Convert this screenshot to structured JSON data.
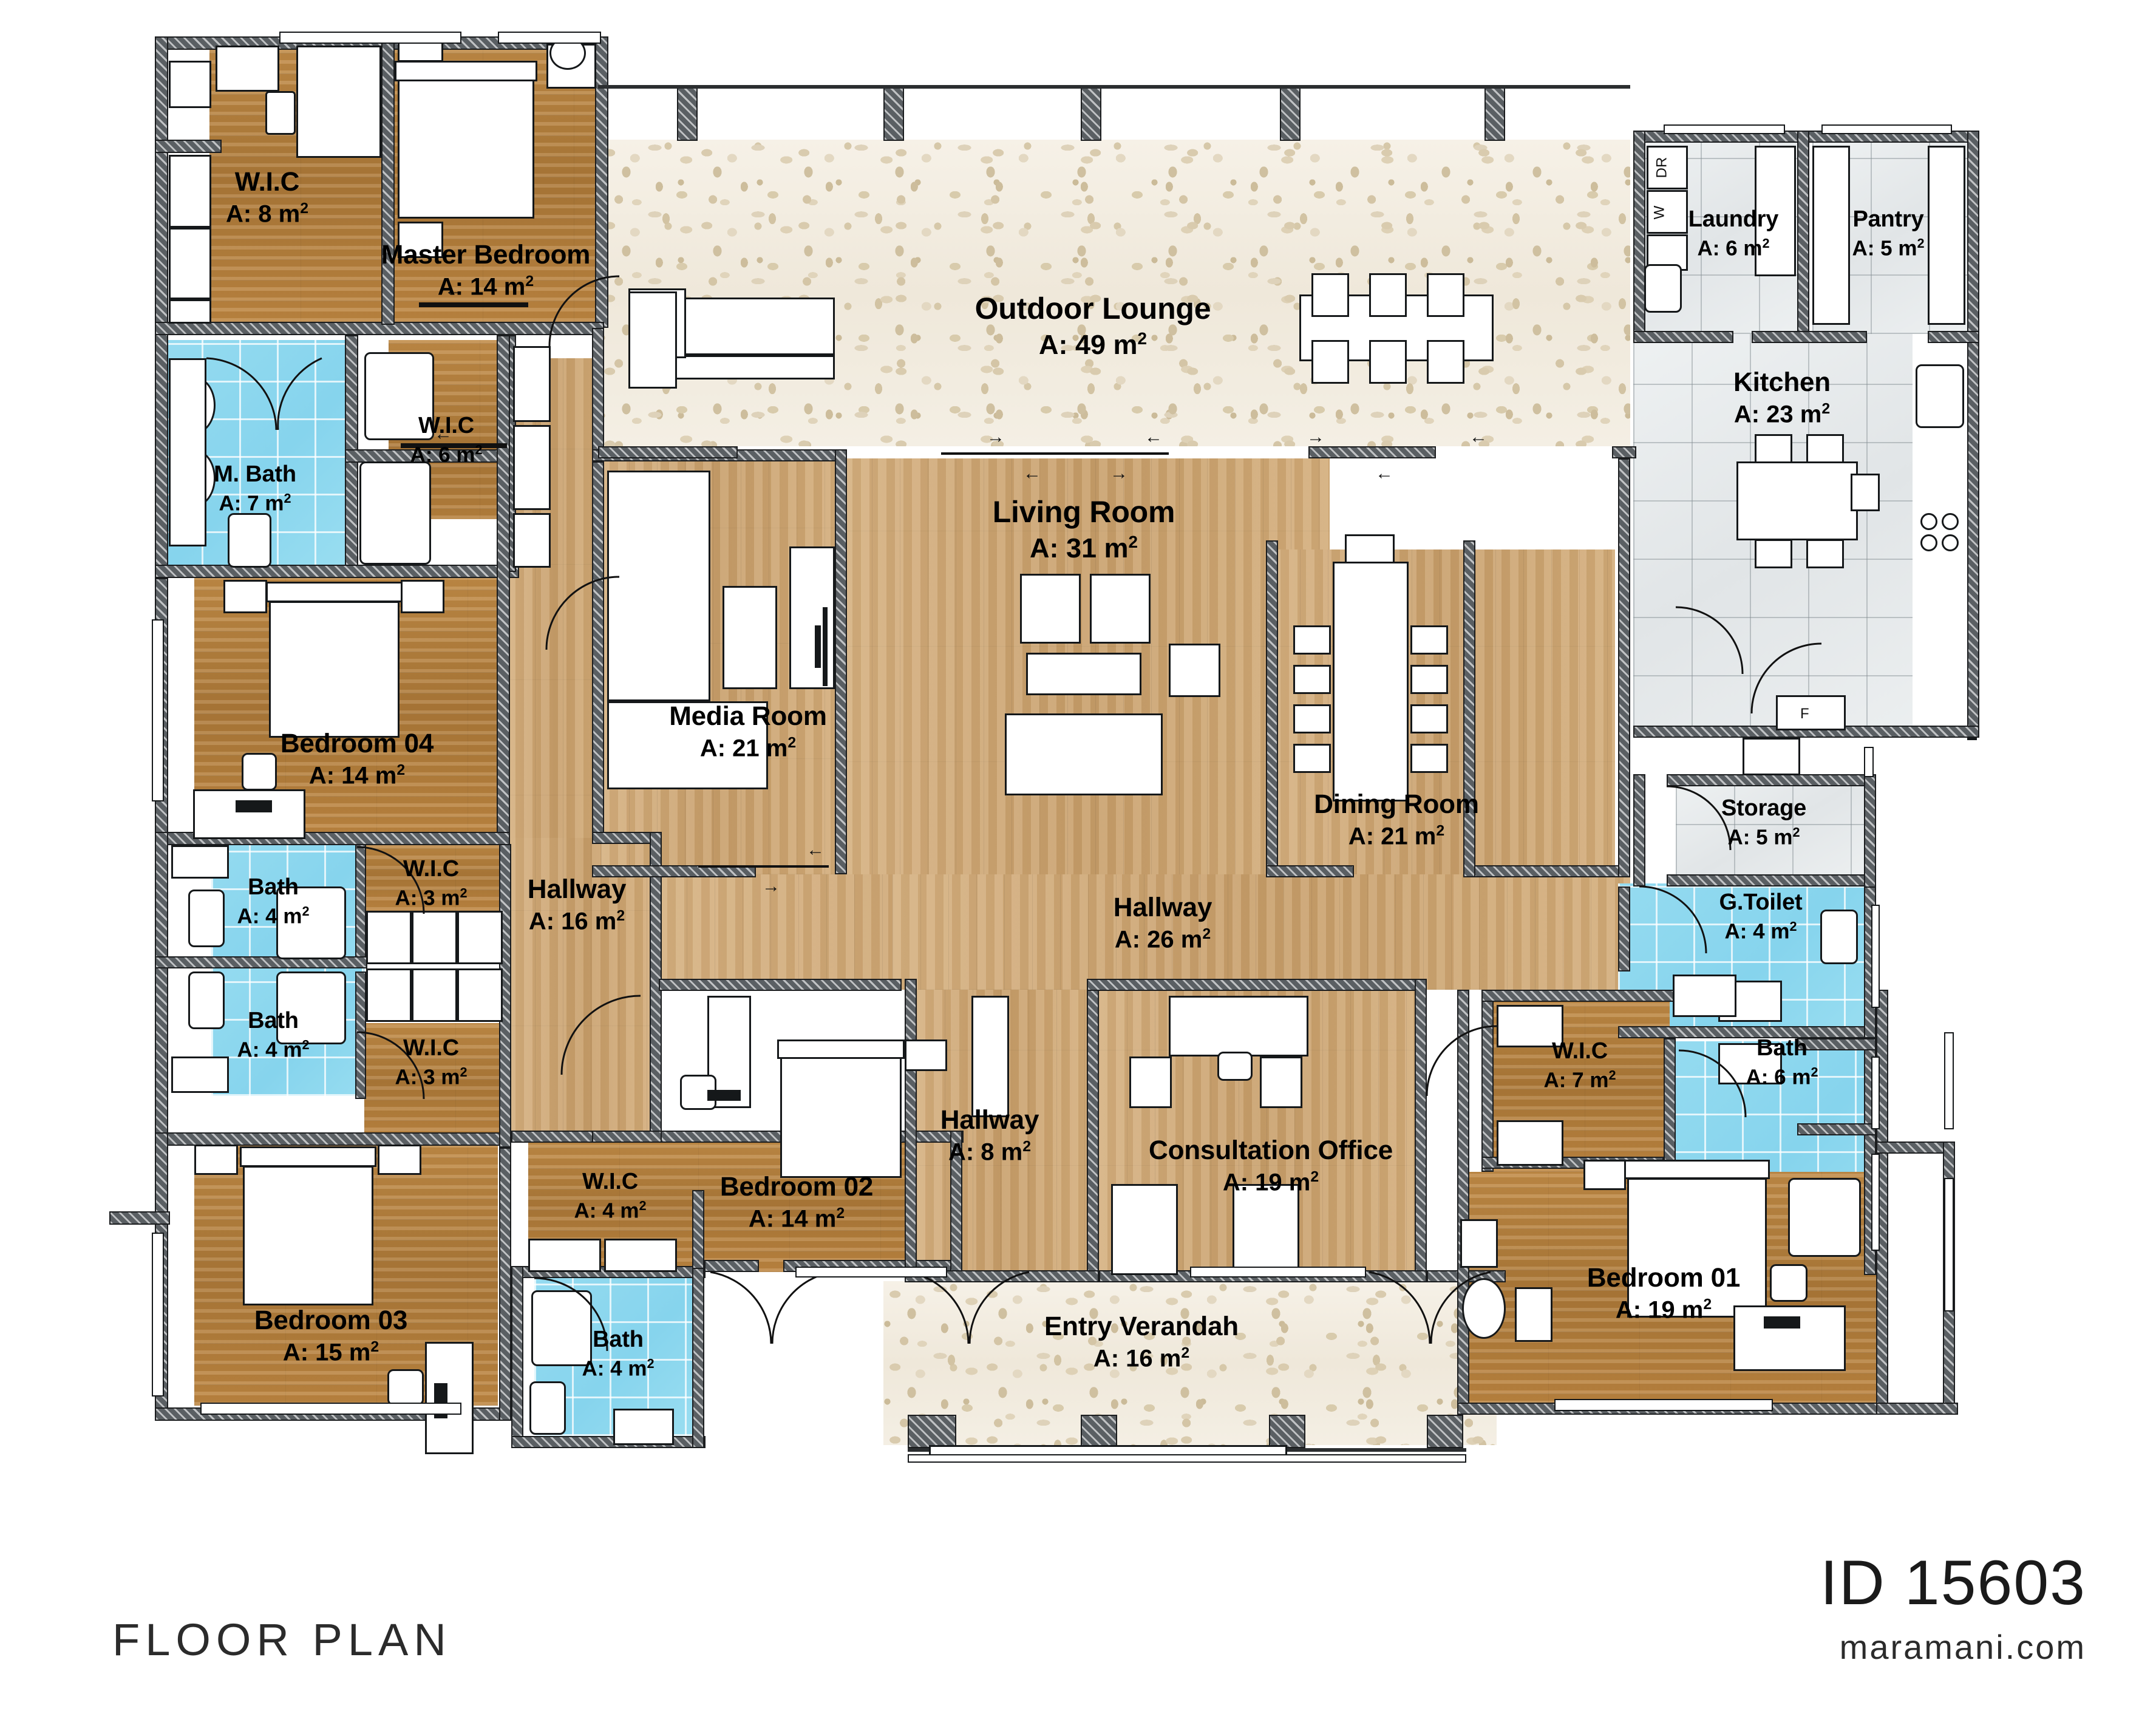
{
  "document": {
    "title": "FLOOR PLAN",
    "plan_id": "ID 15603",
    "website": "maramani.com",
    "area_unit": "m",
    "area_prefix": "A: "
  },
  "appliance_tags": [
    {
      "code": "DR",
      "name": "dryer"
    },
    {
      "code": "W",
      "name": "washer"
    },
    {
      "code": "F",
      "name": "fridge"
    }
  ],
  "colors": {
    "wall": "#5a5f63",
    "wall_outline": "#1b1d1f",
    "floor_wood_dark": "#b8823f",
    "floor_wood_light": "#cfa873",
    "floor_tile_blue": "#8fd8ef",
    "floor_tile_grey": "#e6e9ea",
    "floor_terrazzo": "#f2ece0",
    "text": "#000000"
  },
  "rooms": [
    {
      "key": "wic_master_a",
      "name": "W.I.C",
      "area": "A: 8 m",
      "floor": "wood-dark"
    },
    {
      "key": "master_bed",
      "name": "Master Bedroom",
      "area": "A: 14 m",
      "floor": "wood-dark"
    },
    {
      "key": "m_bath",
      "name": "M. Bath",
      "area": "A: 7 m",
      "floor": "tile-blue"
    },
    {
      "key": "wic_master_b",
      "name": "W.I.C",
      "area": "A: 6 m",
      "floor": "wood-dark"
    },
    {
      "key": "bedroom_04",
      "name": "Bedroom 04",
      "area": "A: 14 m",
      "floor": "wood-dark"
    },
    {
      "key": "bath_a",
      "name": "Bath",
      "area": "A: 4 m",
      "floor": "tile-blue"
    },
    {
      "key": "wic_a",
      "name": "W.I.C",
      "area": "A: 3 m",
      "floor": "wood-dark"
    },
    {
      "key": "bath_b",
      "name": "Bath",
      "area": "A: 4 m",
      "floor": "tile-blue"
    },
    {
      "key": "wic_b",
      "name": "W.I.C",
      "area": "A: 3 m",
      "floor": "wood-dark"
    },
    {
      "key": "bedroom_03",
      "name": "Bedroom 03",
      "area": "A: 15 m",
      "floor": "wood-dark"
    },
    {
      "key": "bath_c",
      "name": "Bath",
      "area": "A: 4 m",
      "floor": "tile-blue"
    },
    {
      "key": "wic_c",
      "name": "W.I.C",
      "area": "A: 4 m",
      "floor": "wood-dark"
    },
    {
      "key": "bedroom_02",
      "name": "Bedroom 02",
      "area": "A: 14 m",
      "floor": "wood-dark"
    },
    {
      "key": "hallway_west",
      "name": "Hallway",
      "area": "A: 16 m",
      "floor": "wood-light"
    },
    {
      "key": "hallway_small",
      "name": "Hallway",
      "area": "A: 8 m",
      "floor": "wood-light"
    },
    {
      "key": "hallway_main",
      "name": "Hallway",
      "area": "A: 26 m",
      "floor": "wood-light"
    },
    {
      "key": "media_room",
      "name": "Media Room",
      "area": "A: 21 m",
      "floor": "wood-light"
    },
    {
      "key": "living_room",
      "name": "Living Room",
      "area": "A: 31 m",
      "floor": "wood-light"
    },
    {
      "key": "dining_room",
      "name": "Dining Room",
      "area": "A: 21 m",
      "floor": "wood-light"
    },
    {
      "key": "outdoor_lounge",
      "name": "Outdoor Lounge",
      "area": "A: 49 m",
      "floor": "terrazzo"
    },
    {
      "key": "laundry",
      "name": "Laundry",
      "area": "A: 6 m",
      "floor": "tile-grey"
    },
    {
      "key": "pantry",
      "name": "Pantry",
      "area": "A: 5 m",
      "floor": "tile-grey"
    },
    {
      "key": "kitchen",
      "name": "Kitchen",
      "area": "A: 23 m",
      "floor": "tile-grey"
    },
    {
      "key": "storage",
      "name": "Storage",
      "area": "A: 5 m",
      "floor": "tile-grey"
    },
    {
      "key": "g_toilet",
      "name": "G.Toilet",
      "area": "A: 4 m",
      "floor": "tile-blue"
    },
    {
      "key": "bath_d",
      "name": "Bath",
      "area": "A: 6 m",
      "floor": "tile-blue"
    },
    {
      "key": "wic_d",
      "name": "W.I.C",
      "area": "A: 7 m",
      "floor": "wood-dark"
    },
    {
      "key": "bedroom_01",
      "name": "Bedroom 01",
      "area": "A: 19 m",
      "floor": "wood-dark"
    },
    {
      "key": "consultation",
      "name": "Consultation Office",
      "area": "A: 19 m",
      "floor": "wood-light"
    },
    {
      "key": "entry_verandah",
      "name": "Entry Verandah",
      "area": "A: 16 m",
      "floor": "terrazzo"
    }
  ]
}
